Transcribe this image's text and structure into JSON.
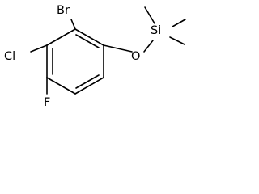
{
  "molecule": {
    "atoms": {
      "bromine": "Br",
      "chlorine": "Cl",
      "fluorine": "F",
      "oxygen": "O",
      "silicon": "Si"
    }
  }
}
